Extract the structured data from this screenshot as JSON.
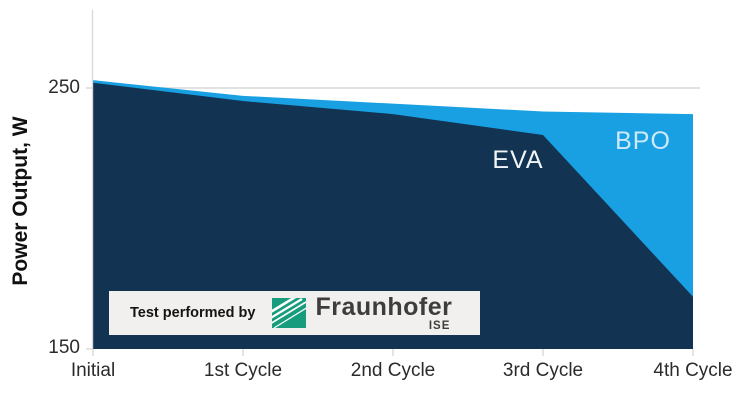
{
  "chart_data": {
    "type": "area",
    "title": "",
    "xlabel": "",
    "ylabel": "Power Output, W",
    "categories": [
      "Initial",
      "1st Cycle",
      "2nd Cycle",
      "3rd Cycle",
      "4th Cycle"
    ],
    "series": [
      {
        "name": "BPO",
        "values": [
          253,
          247,
          244,
          241,
          240
        ],
        "color": "#18a0e2",
        "label_color": "#cfe9fa"
      },
      {
        "name": "EVA",
        "values": [
          252,
          245,
          240,
          232,
          170
        ],
        "color": "#123352",
        "label_color": "#f2f5f7"
      }
    ],
    "ylim": [
      150,
      280
    ],
    "ytick_labels": [
      "150",
      "250"
    ],
    "grid": "single horizontal gridline at 250",
    "grid_color": "#d9d9d9",
    "legend": "inline labels on areas (BPO drawn behind EVA)"
  },
  "axis": {
    "y_title": "Power Output, W",
    "ytick_top": "250",
    "ytick_bottom": "150"
  },
  "badge": {
    "text": "Test performed by",
    "brand": "Fraunhofer",
    "brand_sub": "ISE",
    "logo_color": "#179c7d",
    "brand_color": "#3d3d3d",
    "background": "#f1f0ee"
  }
}
